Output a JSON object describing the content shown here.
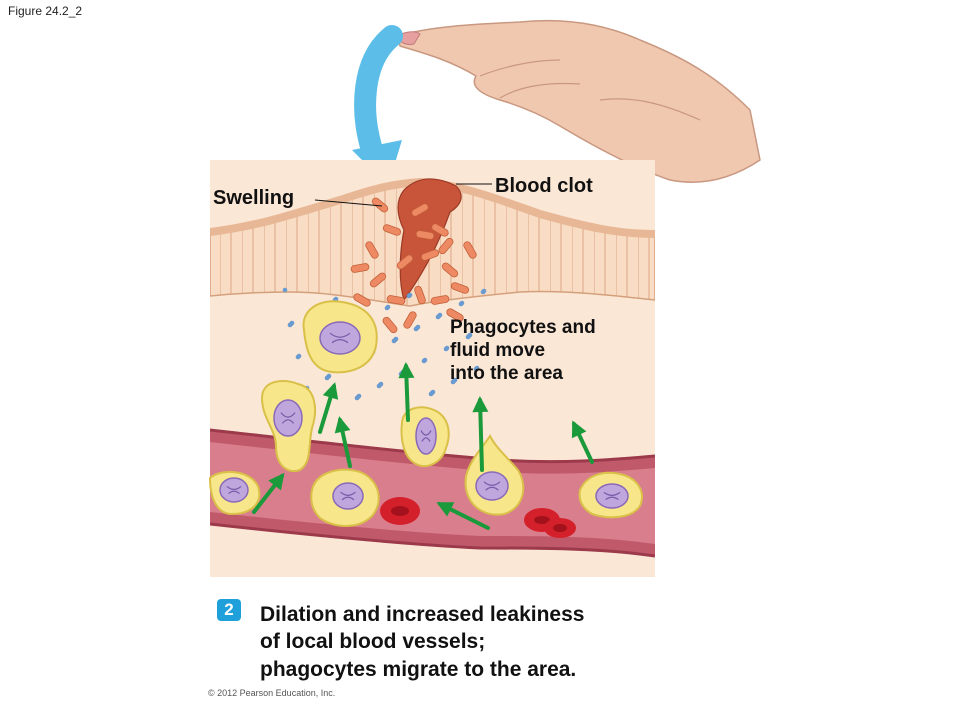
{
  "figure_label": "Figure 24.2_2",
  "labels": {
    "swelling": "Swelling",
    "blood_clot": "Blood clot",
    "phagocytes": [
      "Phagocytes and",
      "fluid move",
      "into the area"
    ]
  },
  "step_number": "2",
  "caption_lines": [
    "Dilation and increased leakiness",
    "of local blood vessels;",
    "phagocytes migrate to the area."
  ],
  "copyright": "© 2012 Pearson Education, Inc.",
  "colors": {
    "skin_surface": "#f2c9a6",
    "tissue": "#fbe7d6",
    "vessel": "#c05a6a",
    "phagocyte": "#f7e68a",
    "nucleus": "#a88ac8",
    "rbc": "#d4202a",
    "arrow_green": "#1a9a3a",
    "arrow_blue": "#5bbde8",
    "clot": "#c8553a",
    "badge": "#1fa0da"
  }
}
